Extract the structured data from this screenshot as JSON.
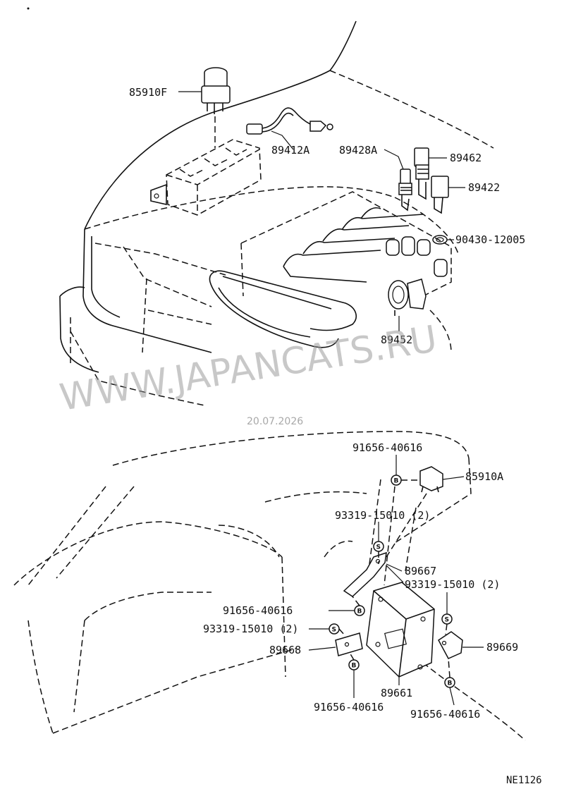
{
  "upper_parts": {
    "relay_top": "85910F",
    "sensor_wire": "89412A",
    "sensor_a": "89428A",
    "switch_a": "89462",
    "switch_b": "89422",
    "gasket": "90430-12005",
    "sensor_round": "89452"
  },
  "lower_parts": {
    "bolt_top": "91656-40616",
    "relay_lower": "85910A",
    "screw_a": "93319-15010 (2)",
    "bracket_main": "89667",
    "screw_b": "93319-15010 (2)",
    "bolt_left": "91656-40616",
    "screw_left": "93319-15010 (2)",
    "bracket_left": "89668",
    "bracket_right": "89669",
    "ecu": "89661",
    "bolt_bottom_left": "91656-40616",
    "bolt_bottom_right": "91656-40616"
  },
  "symbols": {
    "bolt": "B",
    "screw": "S"
  },
  "watermark": "WWW.JAPANCATS.RU",
  "date_stamp": "20.07.2026",
  "figure_code": "NE1126"
}
